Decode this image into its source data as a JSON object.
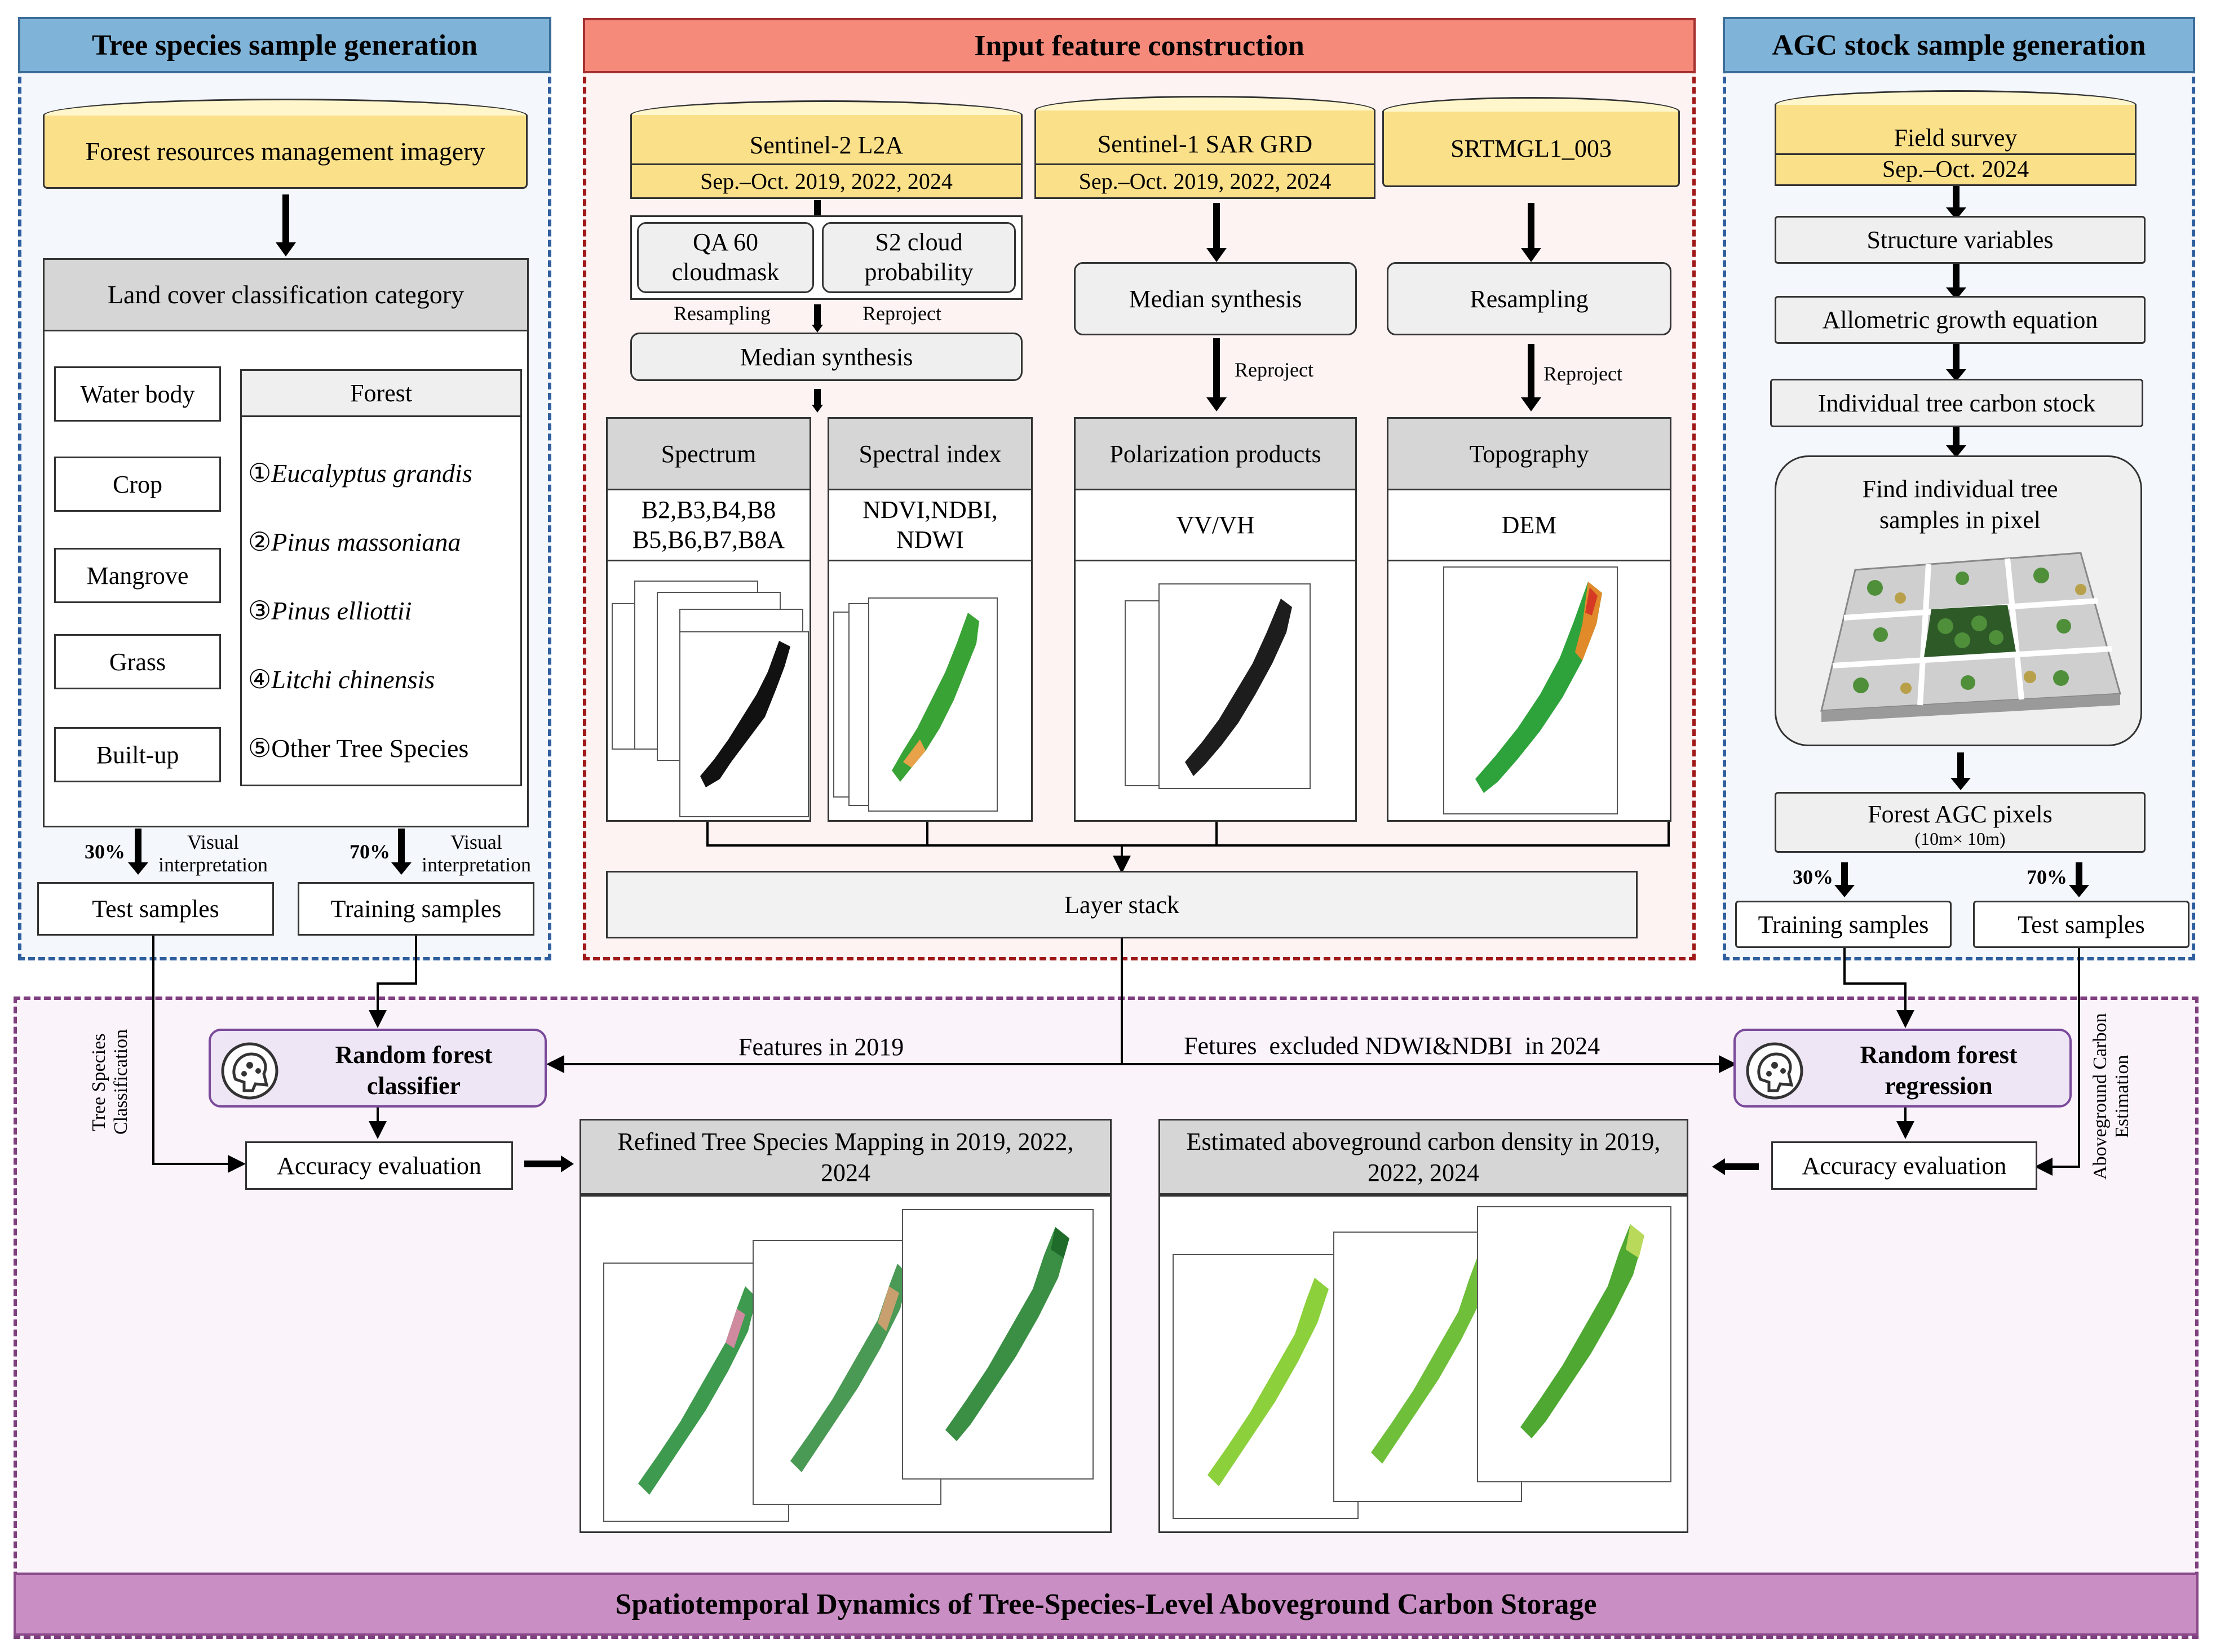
{
  "left_panel": {
    "title": "Tree species sample generation",
    "source": "Forest resources management imagery",
    "landcover_title": "Land cover classification category",
    "classes": [
      "Water body",
      "Crop",
      "Mangrove",
      "Grass",
      "Built-up"
    ],
    "forest_title": "Forest",
    "forest_items": [
      {
        "num": "①",
        "name": "Eucalyptus grandis",
        "italic": true
      },
      {
        "num": "②",
        "name": "Pinus massoniana",
        "italic": true
      },
      {
        "num": "③",
        "name": "Pinus elliottii",
        "italic": true
      },
      {
        "num": "④",
        "name": "Litchi chinensis",
        "italic": true
      },
      {
        "num": "⑤",
        "name": "Other Tree Species",
        "italic": false
      }
    ],
    "pct_test": "30%",
    "pct_train": "70%",
    "visual_interp": "Visual interpretation",
    "test_samples": "Test  samples",
    "training_samples": "Training samples"
  },
  "middle_panel": {
    "title": "Input feature construction",
    "s2_name": "Sentinel-2 L2A",
    "s2_dates": "Sep.–Oct. 2019, 2022, 2024",
    "s1_name": "Sentinel-1 SAR GRD",
    "s1_dates": "Sep.–Oct. 2019, 2022, 2024",
    "srtm_name": "SRTMGL1_003",
    "qa60": "QA 60 cloudmask",
    "s2cloud": "S2 cloud probability",
    "resampling_small": "Resampling",
    "reproject_small": "Reproject",
    "median_synthesis_s2": "Median synthesis",
    "median_synthesis_s1": "Median synthesis",
    "resampling_srtm": "Resampling",
    "reproject_s1": "Reproject",
    "reproject_srtm": "Reproject",
    "spectrum": "Spectrum",
    "spectrum_bands": "B2,B3,B4,B8 B5,B6,B7,B8A",
    "spectral_index": "Spectral index",
    "spectral_index_list": "NDVI,NDBI, NDWI",
    "polarization": "Polarization products",
    "polarization_list": "VV/VH",
    "topography": "Topography",
    "topography_list": "DEM",
    "layer_stack": "Layer stack"
  },
  "right_panel": {
    "title": "AGC stock sample generation",
    "field_survey": "Field survey",
    "field_dates": "Sep.–Oct. 2024",
    "structure": "Structure variables",
    "allometric": "Allometric growth equation",
    "individual": "Individual tree carbon stock",
    "find": "Find individual tree samples in pixel",
    "agc_pixels": "Forest AGC pixels",
    "agc_pixel_size": "(10m× 10m)",
    "pct_train": "30%",
    "pct_test": "70%",
    "training_samples": "Training samples",
    "test_samples": "Test  samples"
  },
  "bottom_panel": {
    "rf_classifier": "Random forest classifier",
    "rf_regression": "Random forest regression",
    "features_2019": "Features in 2019",
    "features_2024": "Fetures  excluded NDWI&NDBI  in 2024",
    "tree_species_classification": "Tree Species Classification",
    "agc_estimation": "Aboveground Carbon Estimation",
    "acc_eval_left": "Accuracy evaluation",
    "acc_eval_right": "Accuracy evaluation",
    "mapping_title": "Refined Tree Species Mapping in 2019, 2022, 2024",
    "carbon_title": "Estimated aboveground carbon density in 2019, 2022, 2024",
    "footer": "Spatiotemporal Dynamics of Tree-Species-Level Aboveground Carbon Storage"
  },
  "colors": {
    "blue_header": "#7fb3d8",
    "red_header": "#f58a7b",
    "purple_footer": "#c98ec3",
    "cylinder_fill": "#fbe08a",
    "forest_green": "#2e8b3a"
  }
}
